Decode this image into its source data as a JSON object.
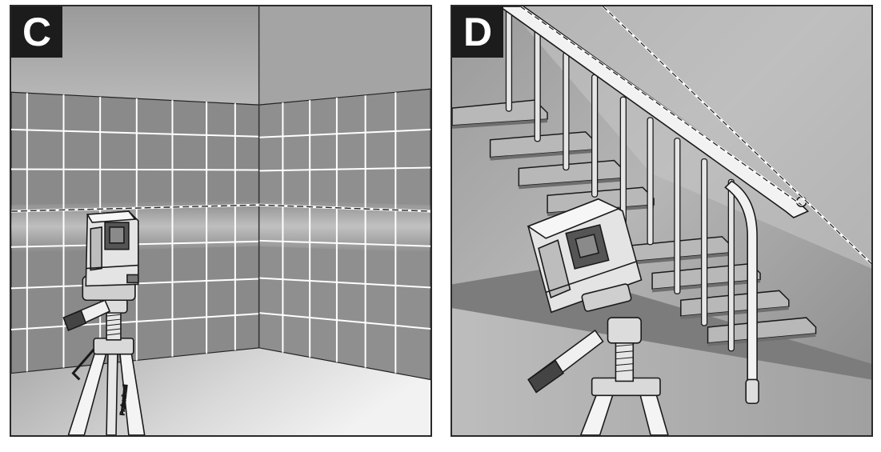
{
  "panels": [
    {
      "letter": "C",
      "tripod_brand": "Professional"
    },
    {
      "letter": "D"
    }
  ],
  "colors": {
    "tab_background": "#1c1c1c",
    "tab_text": "#ffffff",
    "wall": "#8e8e8e",
    "tile_grout": "#ffffff",
    "floor": "#cfcfcf",
    "laser_line": "#ffffff"
  }
}
